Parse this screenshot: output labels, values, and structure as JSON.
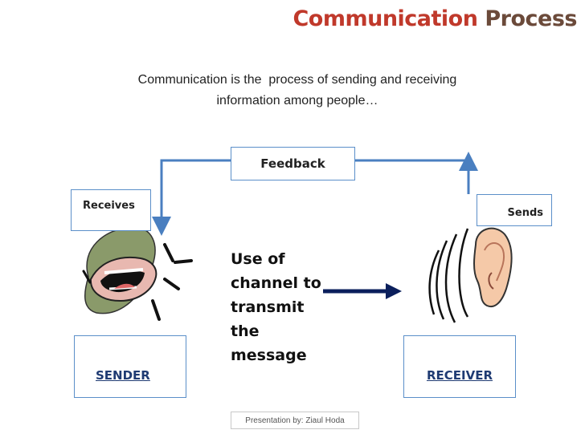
{
  "title": {
    "word1": "Communication",
    "word2": "Process"
  },
  "intro": {
    "line1": "Communication is the  process of sending and receiving",
    "line2": "information among people…"
  },
  "feedback": "Feedback",
  "receives": "Receives",
  "sends": "Sends",
  "channel": [
    "Use of",
    "channel to",
    "transmit",
    "the",
    "message"
  ],
  "sender": "SENDER",
  "receiver": "RECEIVER",
  "footer": "Presentation by: Ziaul Hoda",
  "colors": {
    "title_accent": "#c0392b",
    "title_secondary": "#6b4a3a",
    "connector": "#4a7fc0",
    "arrow": "#0b1f5c",
    "label_blue": "#1f3b73"
  },
  "icons": [
    "shouting-mouth-icon",
    "ear-icon"
  ]
}
